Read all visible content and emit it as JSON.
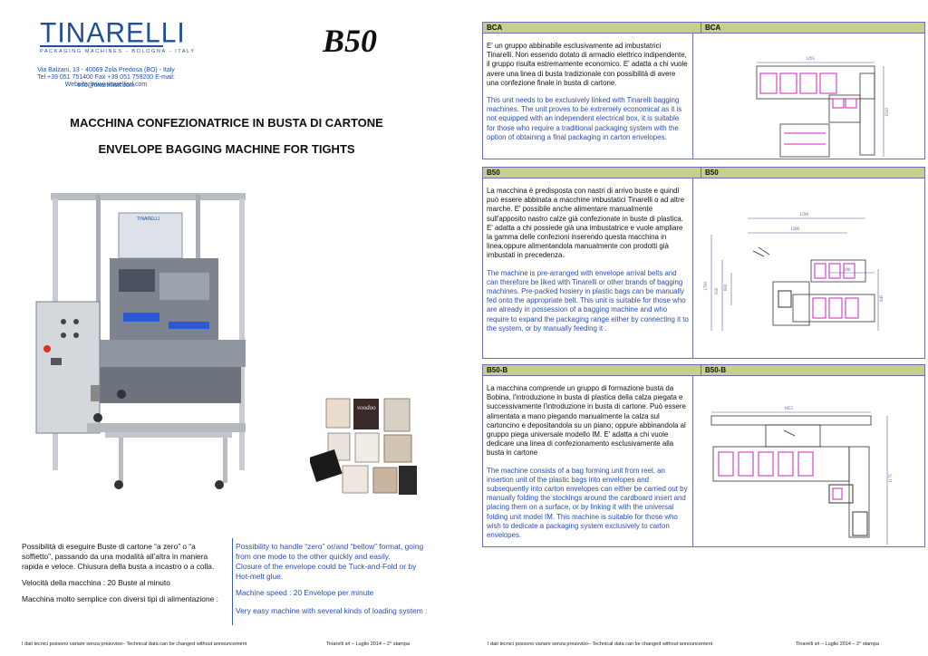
{
  "brand": {
    "logo": "TINARELLI",
    "tagline": "PACKAGING MACHINES - BOLOGNA - ITALY",
    "address": "Via Balzani, 13 - 40069   Zola Predosa (BO) - Italy",
    "contacts": "Tel +39 051 751400    Fax +39 051 759200    E-mail: info@tinarellisrl.com",
    "website": "Website: www.tinarellisrl.com"
  },
  "model": "B50",
  "title_it": "MACCHINA CONFEZIONATRICE IN BUSTA DI CARTONE",
  "title_en": "ENVELOPE BAGGING MACHINE FOR TIGHTS",
  "photo_plate": "TINARELLI",
  "features_it": {
    "p1": "Possibilità di eseguire Buste di cartone “a zero” o “a soffietto”, passando da una modalità all’altra in maniera rapida e veloce. Chiusura della busta a incastro o a colla.",
    "p2": "Velocità della macchina   :    20  Buste al minuto",
    "p3": "Macchina molto semplice con diversi tipi di alimentazione :"
  },
  "features_en": {
    "p1": "Possibility to handle “zero” or/and “bellow” format, going from one mode to the other quickly and easily.",
    "p2": "Closure of the envelope could be Tuck-and-Fold or by Hot-melt glue.",
    "p3": "Machine speed :    20  Envelope per minute",
    "p4": "Very easy machine with several kinds of loading system :"
  },
  "footer": {
    "left_note": "I dati tecnici possono variare senza preavviso– Technical data can be changed without announcement",
    "left_stamp": "Tinarelli srl – Luglio 2014 – 2° stampa",
    "right_note": "I dati tecnici possono variare senza preavviso– Technical data can be changed without announcement",
    "right_stamp": "Tinarelli srl – Luglio 2014 – 2° stampa"
  },
  "sections": [
    {
      "head_left": "BCA",
      "head_right": "BCA",
      "text_it": "E' un gruppo abbinabile esclusivamente ad imbustatrici Tinarelli. Non essendo dotato di armadio elettrico indipendente, il gruppo risulta estremamente economico. E' adatta a chi vuole avere una linea di busta tradizionale con possibilità di avere una confezione finale in busta di cartone.",
      "text_en": "This unit needs to be exclusively linked with Tinarelli bagging machines. The unit proves to be extremely economical as it is not equipped with an independent electrical box, it is suitable for those who require a traditional packaging system with the option of obtaining a final packaging in carton envelopes.",
      "dims": [
        "1295",
        "1030"
      ]
    },
    {
      "head_left": "B50",
      "head_right": "B50",
      "text_it": "La macchina è predisposta con nastri di arrivo buste e quindi può essere abbinata a macchine imbustatici Tinarelli o ad altre marche. E' possibile anche alimentare manualmente sull'apposito nastro calze già confezionate in buste di plastica. E' adatta a chi possiede già una imbustatrice e vuole ampliare la gamma delle confezioni inserendo questa macchina in linea,oppure alimentandola manualmente con prodotti già imbustati in precedenza.",
      "text_en": "The machine is pre-arranged with envelope arrival belts and can therefore be liked with Tinarelli or other brands of bagging machines. Pre-packed hosiery in plastic bags can be manually fed onto the appropriate belt. This unit is suitable for those who are already in possession of a bagging machine and who require to expand the packaging range either by connecting it to the system, or by manually feeding it .",
      "dims": [
        "1590",
        "1200",
        "390",
        "1700",
        "950",
        "600",
        "945"
      ]
    },
    {
      "head_left": "B50-B",
      "head_right": "B50-B",
      "text_it": "La macchina comprende un gruppo di formazione busta da Bobina, l'introduzione in busta di plastica della calza piegata e successivamente l'introduzione in busta di cartone. Può essere alimentata a mano piegando manualmente la calza sul cartoncino e depositandola su un piano; oppure abbinandola al gruppo piega universale modello IM. E' adatta a chi vuole dedicare una linea di confezionamento esclusivamente alla busta in cartone",
      "text_en": "The machine consists of a bag forming unit from reel, an insertion unit of the plastic bags into envelopes and subsequently into carton envelopes can either be carried out by manually folding the stockings around the cardboard insert and placing them on a surface, or by linking it with the universal folding unit model IM. This machine is suitable for those who wish to dedicate a packaging system exclusively to carton envelopes.",
      "dims": [
        "1855",
        "1175"
      ]
    }
  ]
}
